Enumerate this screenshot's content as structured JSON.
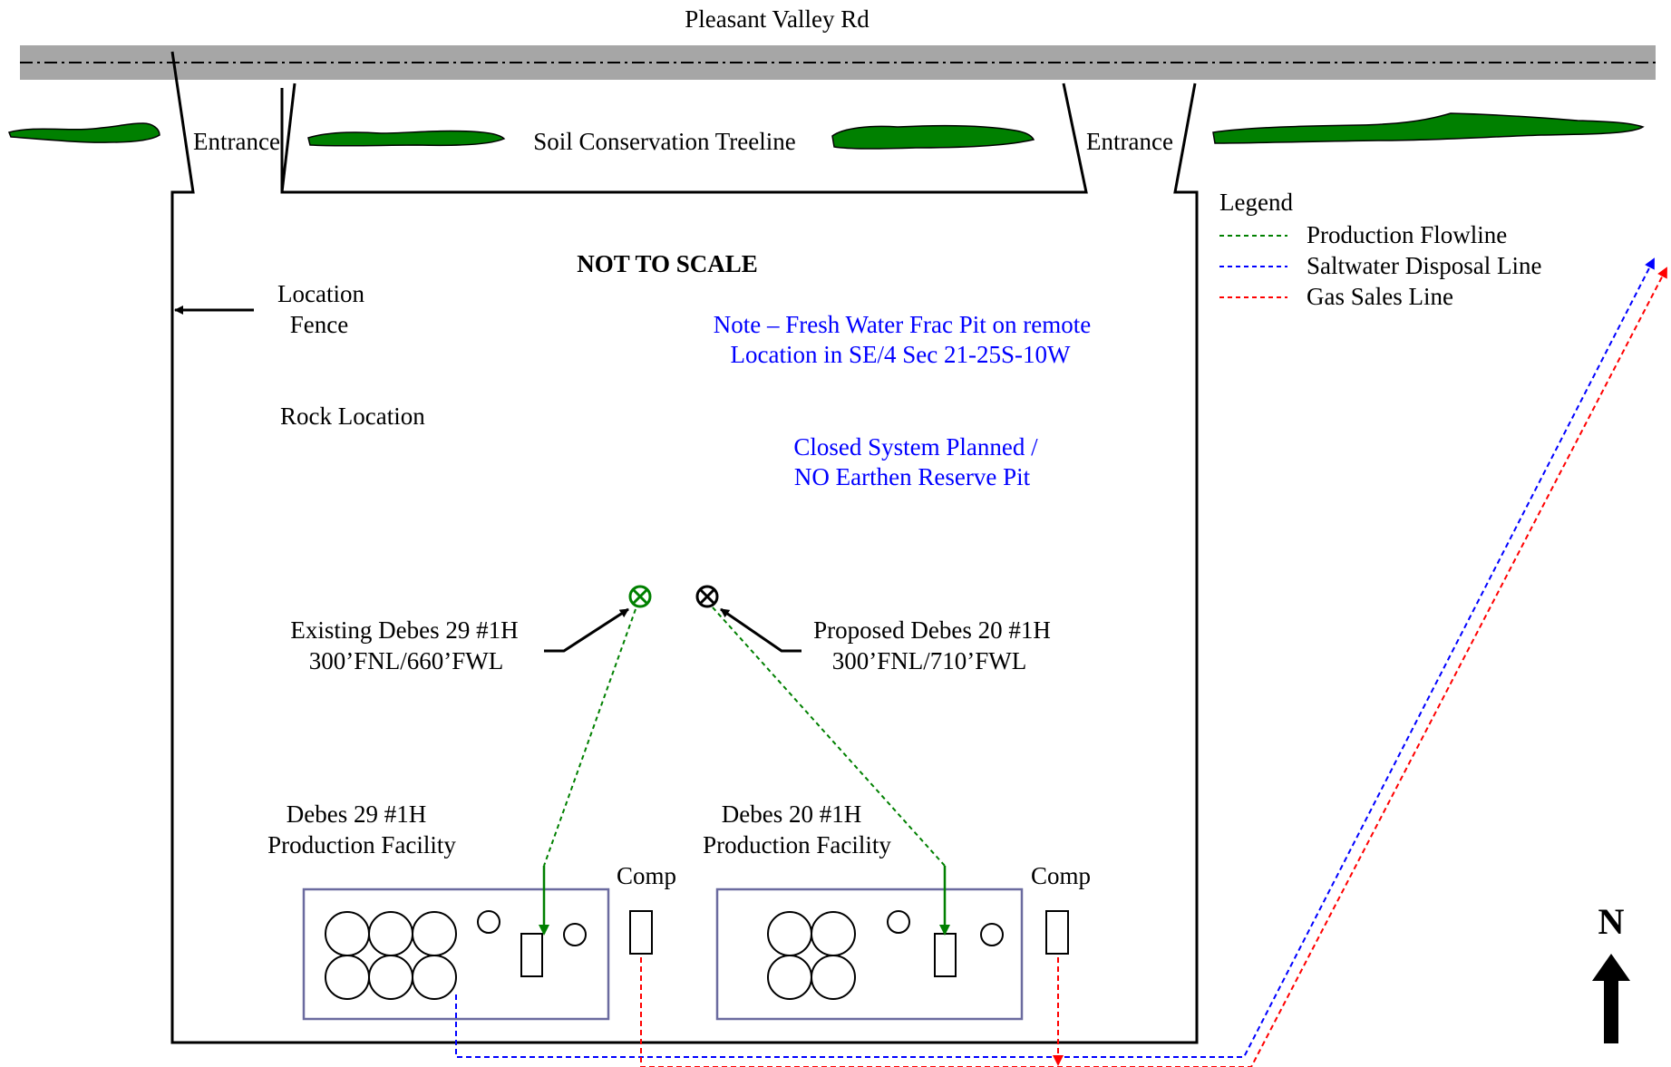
{
  "road_name": "Pleasant Valley Rd",
  "entrance_left": "Entrance",
  "entrance_right": "Entrance",
  "treeline_label": "Soil Conservation Treeline",
  "not_to_scale": "NOT TO SCALE",
  "location_fence": [
    "Location",
    "Fence"
  ],
  "rock_location": "Rock Location",
  "note_frac_pit": [
    "Note – Fresh Water Frac Pit on remote",
    "Location in SE/4 Sec 21-25S-10W"
  ],
  "closed_system": [
    "Closed System Planned /",
    "NO Earthen Reserve Pit"
  ],
  "existing_well": [
    "Existing Debes 29 #1H",
    "300’FNL/660’FWL"
  ],
  "proposed_well": [
    "Proposed Debes 20 #1H",
    "300’FNL/710’FWL"
  ],
  "facility_29": [
    "Debes 29 #1H",
    "Production Facility"
  ],
  "facility_20": [
    "Debes 20 #1H",
    "Production Facility"
  ],
  "comp_label": "Comp",
  "legend": {
    "title": "Legend",
    "items": [
      {
        "label": "Production Flowline",
        "color": "#008000"
      },
      {
        "label": "Saltwater Disposal Line",
        "color": "#0000ff"
      },
      {
        "label": "Gas Sales Line",
        "color": "#ff0000"
      }
    ]
  },
  "north": "N",
  "colors": {
    "road": "#a6a6a6",
    "tree": "#008000",
    "facility_border": "#6b6b9f",
    "note_text": "#0000ff"
  },
  "icons": {
    "existing_well": "circled-x-icon",
    "proposed_well": "circled-x-icon",
    "north_arrow": "arrow-up-icon"
  }
}
